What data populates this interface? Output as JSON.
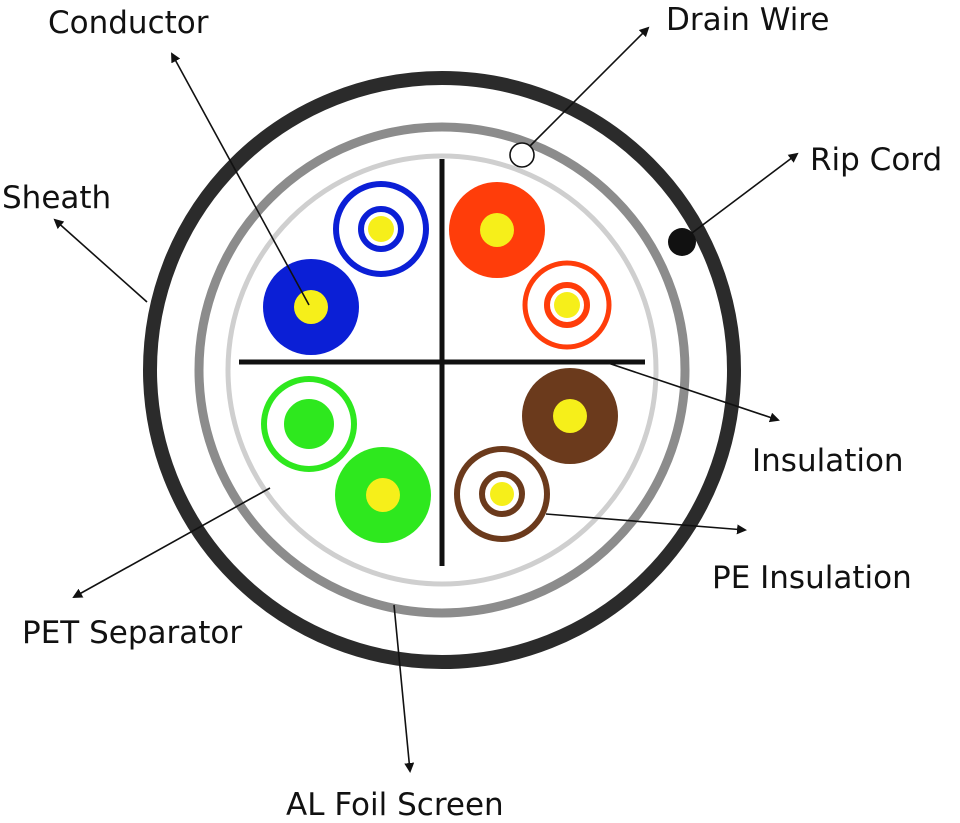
{
  "labels": {
    "conductor": "Conductor",
    "drain_wire": "Drain Wire",
    "rip_cord": "Rip Cord",
    "sheath": "Sheath",
    "insulation": "Insulation",
    "pe_insulation": "PE Insulation",
    "pet_separator": "PET Separator",
    "al_foil_screen": "AL Foil Screen"
  },
  "colors": {
    "sheath": "#2b2b2b",
    "foil": "#8c8c8c",
    "separator": "#cfcfcf",
    "conductor": "#f6ef1a",
    "blue": "#0b1fd6",
    "orange": "#ff3d0a",
    "green": "#2ee81e",
    "brown": "#6b3a1c",
    "cross": "#111111"
  }
}
